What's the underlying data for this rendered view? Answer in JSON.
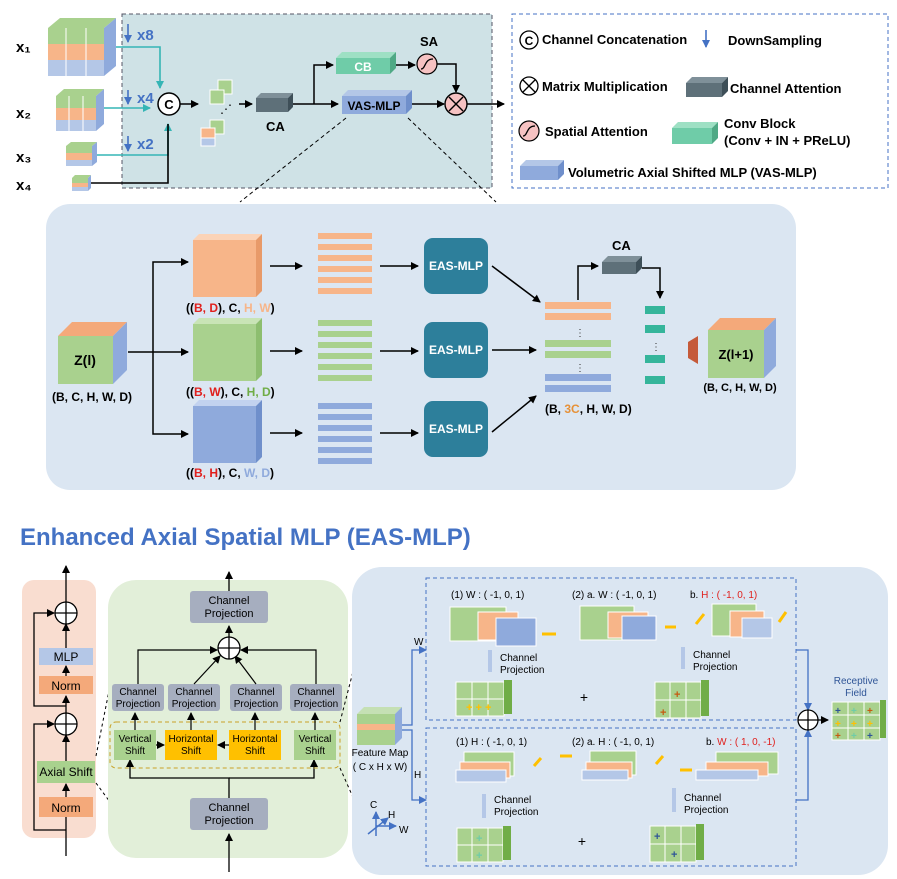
{
  "top": {
    "inputs": [
      "x₁",
      "x₂",
      "x₃",
      "x₄"
    ],
    "downsample": [
      "x8",
      "x4",
      "x2"
    ],
    "concat_symbol": "C",
    "ca": "CA",
    "cb": "CB",
    "sa": "SA",
    "vas_mlp": "VAS-MLP"
  },
  "legend": {
    "concat": "Channel Concatenation",
    "downsampling": "DownSampling",
    "matmul": "Matrix Multiplication",
    "channel_attention": "Channel Attention",
    "spatial_attention": "Spatial Attention",
    "conv_block": "Conv Block",
    "conv_block_detail": "(Conv + IN + PReLU)",
    "vas_mlp": "Volumetric Axial Shifted MLP (VAS-MLP)"
  },
  "vas": {
    "input_label": "Z(l)",
    "input_shape": "(B, C, H, W, D)",
    "branch1_shape": {
      "p1": "((",
      "red": "B, D",
      "p2": "), C, ",
      "light": "H, W",
      "p3": ")"
    },
    "branch2_shape": {
      "p1": "((",
      "red": "B, W",
      "p2": "), C, ",
      "light": "H, D",
      "p3": ")"
    },
    "branch3_shape": {
      "p1": "((",
      "red": "B, H",
      "p2": "), C, ",
      "light": "W, D",
      "p3": ")"
    },
    "eas": "EAS-MLP",
    "concat_shape": {
      "p1": "(B, ",
      "hl": "3C",
      "p2": ", H, W, D)"
    },
    "ca": "CA",
    "output_label": "Z(l+1)",
    "output_shape": "(B, C, H, W, D)"
  },
  "heading": "Enhanced Axial Spatial MLP (EAS-MLP)",
  "eas_block": {
    "mlp": "MLP",
    "norm": "Norm",
    "axial_shift": "Axial Shift",
    "channel_projection": "Channel\nProjection",
    "vertical_shift": "Vertical\nShift",
    "horizontal_shift": "Horizontal\nShift"
  },
  "shift": {
    "feature_map": "Feature Map",
    "feature_dims": "( C x H x W)",
    "w_label": "W",
    "h_label": "H",
    "w1": "(1) W : ( -1,  0,   1)",
    "w2": "(2)  a. W : ( -1,  0,   1)",
    "w3_prefix": "b.",
    "w3": "H : ( -1,  0,   1)",
    "h1": "(1) H : ( -1,  0,   1)",
    "h2": "(2)  a.  H : ( -1,  0,   1)",
    "h3_prefix": "b.",
    "h3": "W : ( 1,  0,   -1)",
    "proj": "Channel\nProjection",
    "plus": "+",
    "receptive": "Receptive\nField",
    "axis_c": "C",
    "axis_h": "H",
    "axis_w": "W"
  },
  "colors": {
    "orange": "#f7b589",
    "green": "#a9d18e",
    "blue": "#8faadc",
    "teal": "#2d7f9b",
    "cb": "#6fcca8",
    "ca": "#5e7079",
    "red": "#e0201d",
    "heading": "#4472c4"
  }
}
